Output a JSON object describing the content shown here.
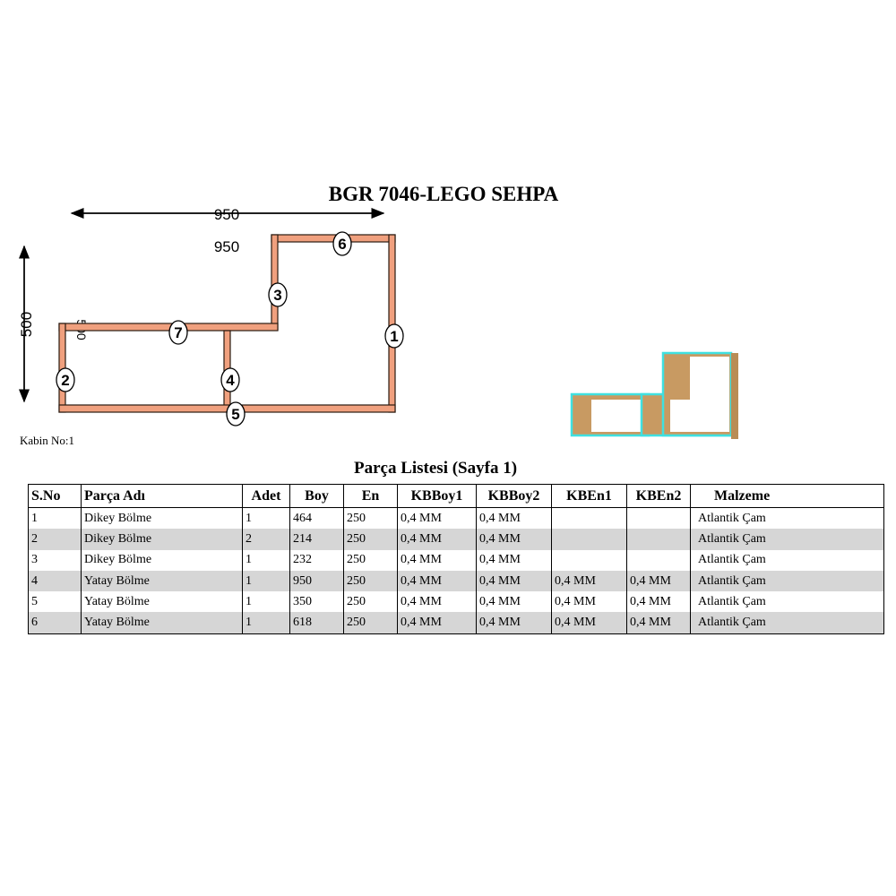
{
  "title": "BGR 7046-LEGO SEHPA",
  "drawing": {
    "width_dim": "950",
    "width_dim_2": "950",
    "height_dim": "500",
    "height_dim_2": "500",
    "part_labels": [
      "1",
      "2",
      "3",
      "4",
      "5",
      "6",
      "7"
    ],
    "panel_color": "#f0a07e"
  },
  "kabin_label": "Kabin No:1",
  "table": {
    "title": "Parça Listesi   (Sayfa 1)",
    "headers": [
      "S.No",
      "Parça Adı",
      "Adet",
      "Boy",
      "En",
      "KBBoy1",
      "KBBoy2",
      "KBEn1",
      "KBEn2",
      "Malzeme"
    ],
    "rows": [
      [
        "1",
        "Dikey Bölme",
        "1",
        "464",
        "250",
        "0,4 MM",
        "0,4 MM",
        "",
        "",
        "Atlantik Çam"
      ],
      [
        "2",
        "Dikey Bölme",
        "2",
        "214",
        "250",
        "0,4 MM",
        "0,4 MM",
        "",
        "",
        "Atlantik Çam"
      ],
      [
        "3",
        "Dikey Bölme",
        "1",
        "232",
        "250",
        "0,4 MM",
        "0,4 MM",
        "",
        "",
        "Atlantik Çam"
      ],
      [
        "4",
        "Yatay Bölme",
        "1",
        "950",
        "250",
        "0,4 MM",
        "0,4 MM",
        "0,4 MM",
        "0,4 MM",
        "Atlantik Çam"
      ],
      [
        "5",
        "Yatay Bölme",
        "1",
        "350",
        "250",
        "0,4 MM",
        "0,4 MM",
        "0,4 MM",
        "0,4 MM",
        "Atlantik Çam"
      ],
      [
        "6",
        "Yatay Bölme",
        "1",
        "618",
        "250",
        "0,4 MM",
        "0,4 MM",
        "0,4 MM",
        "0,4 MM",
        "Atlantik Çam"
      ]
    ]
  }
}
